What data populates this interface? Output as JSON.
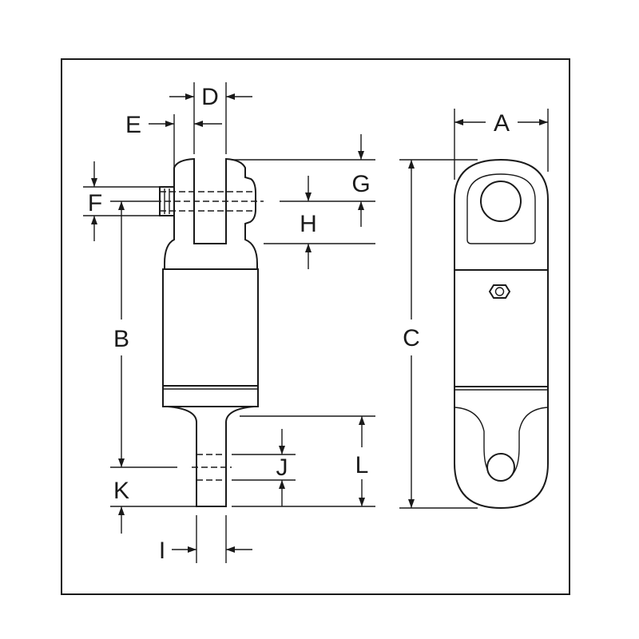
{
  "diagram": {
    "labels": {
      "A": "A",
      "B": "B",
      "C": "C",
      "D": "D",
      "E": "E",
      "F": "F",
      "G": "G",
      "H": "H",
      "I": "I",
      "J": "J",
      "K": "K",
      "L": "L"
    },
    "colors": {
      "line": "#1a1a1a",
      "background": "#ffffff"
    }
  }
}
